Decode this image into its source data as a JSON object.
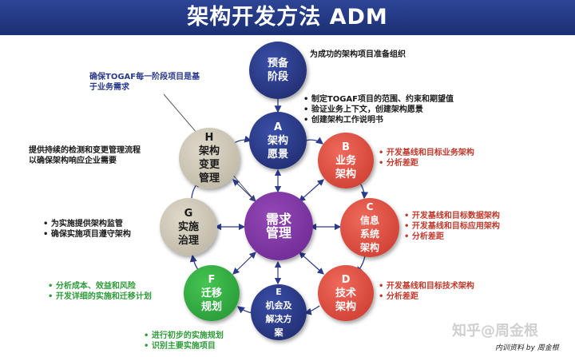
{
  "title": "架构开发方法 ADM",
  "nodes": {
    "prelim": {
      "lines": [
        "预备",
        "阶段"
      ]
    },
    "a": {
      "lines": [
        "A",
        "架构",
        "愿景"
      ]
    },
    "b": {
      "lines": [
        "B",
        "业务",
        "架构"
      ]
    },
    "c": {
      "lines": [
        "C",
        "信息",
        "系统",
        "架构"
      ]
    },
    "d": {
      "lines": [
        "D",
        "技术",
        "架构"
      ]
    },
    "e": {
      "lines": [
        "E",
        "机会及",
        "解决方",
        "案"
      ]
    },
    "f": {
      "lines": [
        "F",
        "迁移",
        "规划"
      ]
    },
    "g": {
      "lines": [
        "G",
        "实施",
        "治理"
      ]
    },
    "h": {
      "lines": [
        "H",
        "架构",
        "变更",
        "管理"
      ]
    },
    "center": {
      "lines": [
        "需求",
        "管理"
      ]
    }
  },
  "notes": {
    "prelim": "为成功的架构项目准备组织",
    "requirements": [
      "确保TOGAF每一阶段项目是基",
      "于业务需求"
    ],
    "a": [
      "制定TOGAF项目的范围、约束和期望值",
      "验证业务上下文，创建架构愿景",
      "创建架构工作说明书"
    ],
    "b": [
      "开发基线和目标业务架构",
      "分析差距"
    ],
    "c": [
      "开发基线和目标数据架构",
      "开发基线和目标应用架构",
      "分析差距"
    ],
    "d": [
      "开发基线和目标技术架构",
      "分析差距"
    ],
    "e": [
      "进行初步的实施规划",
      "识别主要实施项目"
    ],
    "f": [
      "分析成本、效益和风险",
      "开发详细的实施和迁移计划"
    ],
    "g": [
      "为实施提供架构监管",
      "确保实施项目遵守架构"
    ],
    "h": [
      "提供持续的检测和变更管理流程",
      "以确保架构响应企业需要"
    ]
  },
  "watermark": "知乎@周金根",
  "footer": "内训资料 by 周金根",
  "colors": {
    "navy": "#1b2766",
    "red": "#d9483a",
    "grey": "#c9c4b3",
    "green": "#2e9c38",
    "purple": "#7b3299",
    "banner": "#243a85"
  }
}
